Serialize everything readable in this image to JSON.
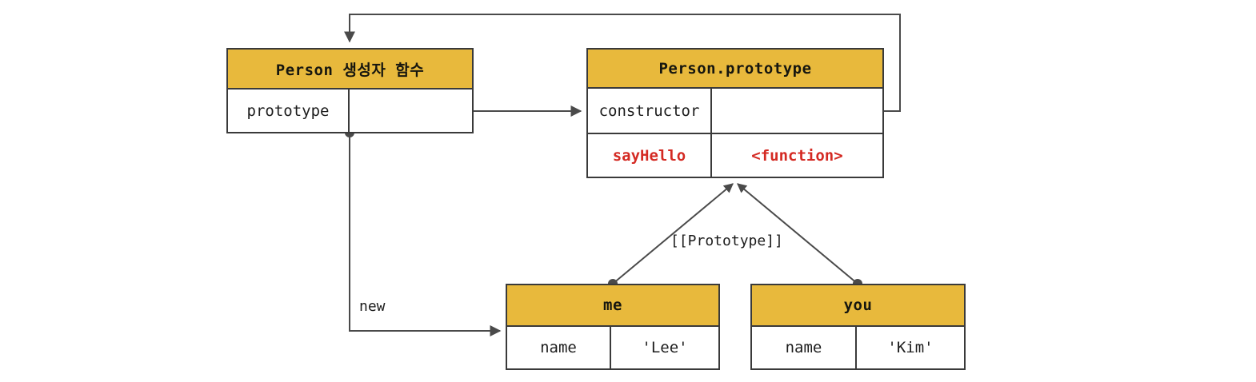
{
  "diagram": {
    "title_text": "JavaScript prototype chain diagram",
    "colors": {
      "header_fill": "#e8b93c",
      "border": "#3a3a3a",
      "text": "#1c1c1c",
      "accent_red": "#d42a23",
      "wire": "#4a4a4a"
    },
    "boxes": [
      {
        "id": "person",
        "header": "Person 생성자 함수",
        "rows": [
          {
            "key": "prototype",
            "value": "",
            "style": "normal"
          }
        ]
      },
      {
        "id": "proto",
        "header": "Person.prototype",
        "rows": [
          {
            "key": "constructor",
            "value": "",
            "style": "normal"
          },
          {
            "key": "sayHello",
            "value": "<function>",
            "style": "red"
          }
        ]
      },
      {
        "id": "me",
        "header": "me",
        "rows": [
          {
            "key": "name",
            "value": "'Lee'",
            "style": "normal"
          }
        ]
      },
      {
        "id": "you",
        "header": "you",
        "rows": [
          {
            "key": "name",
            "value": "'Kim'",
            "style": "normal"
          }
        ]
      }
    ],
    "edge_labels": {
      "prototype_link": "[[Prototype]]",
      "new_operator": "new"
    }
  }
}
